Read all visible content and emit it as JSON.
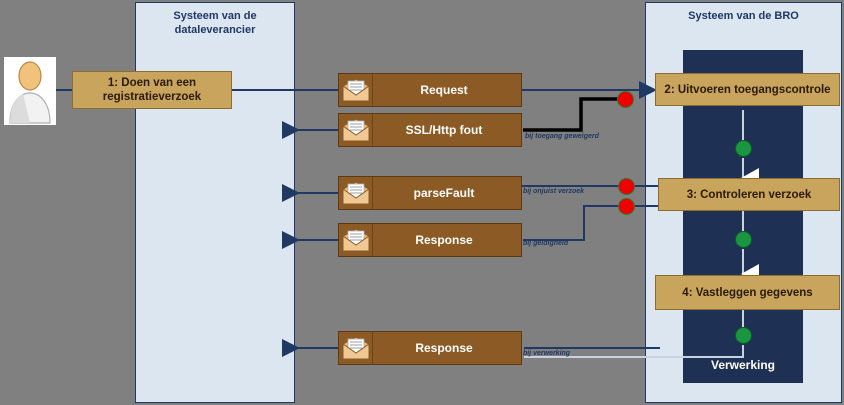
{
  "lanes": [
    {
      "id": "leverancier",
      "title": "Systeem van de dataleverancier"
    },
    {
      "id": "bro",
      "title": "Systeem van de BRO"
    }
  ],
  "bro_column": {
    "footer_label": "Verwerking"
  },
  "actor": {
    "name": "actor-person",
    "label": ""
  },
  "activities": [
    {
      "id": "a1",
      "label": "1: Doen van een registratieverzoek"
    },
    {
      "id": "a2",
      "label": "2: Uitvoeren toegangscontrole"
    },
    {
      "id": "a3",
      "label": "3:  Controleren verzoek"
    },
    {
      "id": "a4",
      "label": "4: Vastleggen gegevens"
    }
  ],
  "messages": [
    {
      "id": "m1",
      "label": "Request",
      "icon": "envelope-icon"
    },
    {
      "id": "m2",
      "label": "SSL/Http fout",
      "icon": "envelope-icon"
    },
    {
      "id": "m3",
      "label": "parseFault",
      "icon": "envelope-icon"
    },
    {
      "id": "m4",
      "label": "Response",
      "icon": "envelope-icon"
    },
    {
      "id": "m5",
      "label": "Response",
      "icon": "envelope-icon"
    }
  ],
  "annotations": [
    {
      "id": "n1",
      "text": "bij toegang geweigerd"
    },
    {
      "id": "n2",
      "text": "bij onjuist verzoek"
    },
    {
      "id": "n3",
      "text": "bij geldigheid"
    },
    {
      "id": "n4",
      "text": "bij verwerking"
    }
  ],
  "nodes": [
    {
      "id": "r1",
      "type": "error-node",
      "color": "#ee0000"
    },
    {
      "id": "r2",
      "type": "error-node",
      "color": "#ee0000"
    },
    {
      "id": "r3",
      "type": "error-node",
      "color": "#ee0000"
    },
    {
      "id": "g1",
      "type": "success-node",
      "color": "#1a9641"
    },
    {
      "id": "g2",
      "type": "success-node",
      "color": "#1a9641"
    },
    {
      "id": "g3",
      "type": "success-node",
      "color": "#1a9641"
    }
  ],
  "colors": {
    "background": "#808080",
    "lane_fill": "#dce6f1",
    "lane_border": "#1f3864",
    "column_fill": "#1f3055",
    "message_fill": "#8c5a24",
    "activity_fill": "#c8a45c",
    "connector": "#1f3864",
    "error": "#ee0000",
    "success": "#1a9641"
  }
}
